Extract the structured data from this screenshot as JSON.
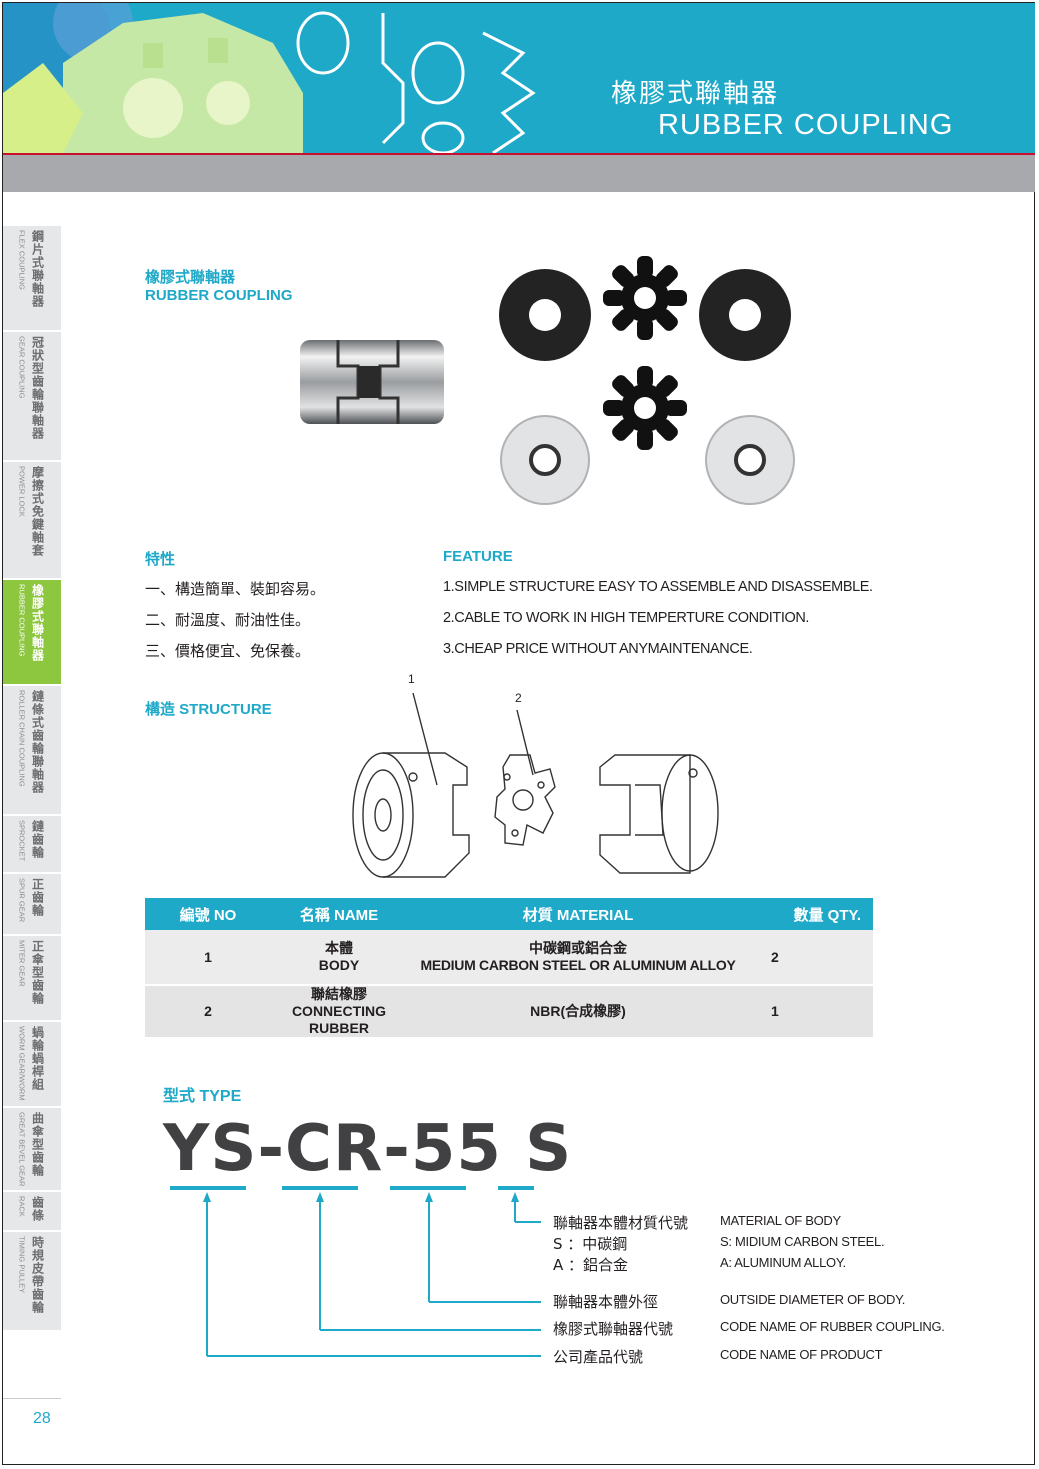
{
  "header": {
    "title_cn": "橡膠式聯軸器",
    "title_en": "RUBBER COUPLING"
  },
  "sidebar": {
    "tabs": [
      {
        "cn": "鋼片式聯軸器",
        "en": "FLEX COUPLING"
      },
      {
        "cn": "冠狀型齒輪聯軸器",
        "en": "GEAR COUPLING"
      },
      {
        "cn": "摩擦式免鍵軸套",
        "en": "POWER LOCK"
      },
      {
        "cn": "橡膠式聯軸器",
        "en": "RUBBER COUPLING"
      },
      {
        "cn": "鏈條式齒輪聯軸器",
        "en": "ROLLER CHAIN COUPLING"
      },
      {
        "cn": "鏈齒輪",
        "en": "SPROCKET"
      },
      {
        "cn": "正齒輪",
        "en": "SPUR GEAR"
      },
      {
        "cn": "正傘型齒輪",
        "en": "MITER GEAR"
      },
      {
        "cn": "蝸輪蝸桿組",
        "en": "WORM GEAR/WORM"
      },
      {
        "cn": "曲傘型齒輪",
        "en": "GREAT BEVEL GEAR"
      },
      {
        "cn": "齒條",
        "en": "RACK"
      },
      {
        "cn": "時規皮帶齒輪",
        "en": "TIMING PULLEY"
      }
    ],
    "page_number": "28"
  },
  "product": {
    "heading_cn": "橡膠式聯軸器",
    "heading_en": "RUBBER COUPLING"
  },
  "features": {
    "heading_cn": "特性",
    "heading_en": "FEATURE",
    "items_cn": [
      "一、構造簡單、裝卸容易。",
      "二、耐溫度、耐油性佳。",
      "三、價格便宜、免保養。"
    ],
    "items_en": [
      "1.SIMPLE STRUCTURE EASY TO ASSEMBLE AND DISASSEMBLE.",
      "2.CABLE TO WORK IN HIGH TEMPERTURE CONDITION.",
      "3.CHEAP PRICE WITHOUT ANYMAINTENANCE."
    ]
  },
  "structure": {
    "heading": "構造 STRUCTURE",
    "callout_1": "1",
    "callout_2": "2"
  },
  "table": {
    "headers": {
      "no": "編號 NO",
      "name": "名稱 NAME",
      "material": "材質 MATERIAL",
      "qty": "數量 QTY."
    },
    "rows": [
      {
        "no": "1",
        "name_cn": "本體",
        "name_en": "BODY",
        "material_cn": "中碳鋼或鋁合金",
        "material_en": "MEDIUM CARBON STEEL OR ALUMINUM ALLOY",
        "qty": "2"
      },
      {
        "no": "2",
        "name_cn": "聯結橡膠",
        "name_en": "CONNECTING RUBBER",
        "material": "NBR(合成橡膠)",
        "qty": "1"
      }
    ]
  },
  "type": {
    "heading": "型式 TYPE",
    "code": "YS-CR-55 S",
    "labels": {
      "material_cn": "聯軸器本體材質代號",
      "material_s_cn": "S ：中碳鋼",
      "material_a_cn": "A ：鋁合金",
      "material_en": "MATERIAL OF BODY",
      "material_s_en": "S: MIDIUM CARBON STEEL.",
      "material_a_en": "A: ALUMINUM ALLOY.",
      "diameter_cn": "聯軸器本體外徑",
      "diameter_en": "OUTSIDE DIAMETER OF BODY.",
      "coupling_cn": "橡膠式聯軸器代號",
      "coupling_en": "CODE NAME OF RUBBER COUPLING.",
      "product_cn": "公司產品代號",
      "product_en": "CODE NAME OF PRODUCT"
    }
  },
  "colors": {
    "accent": "#1ea9c9",
    "active_tab": "#8dc63f",
    "banner_rule": "#c8102e",
    "grey_band": "#a7a9ac"
  }
}
